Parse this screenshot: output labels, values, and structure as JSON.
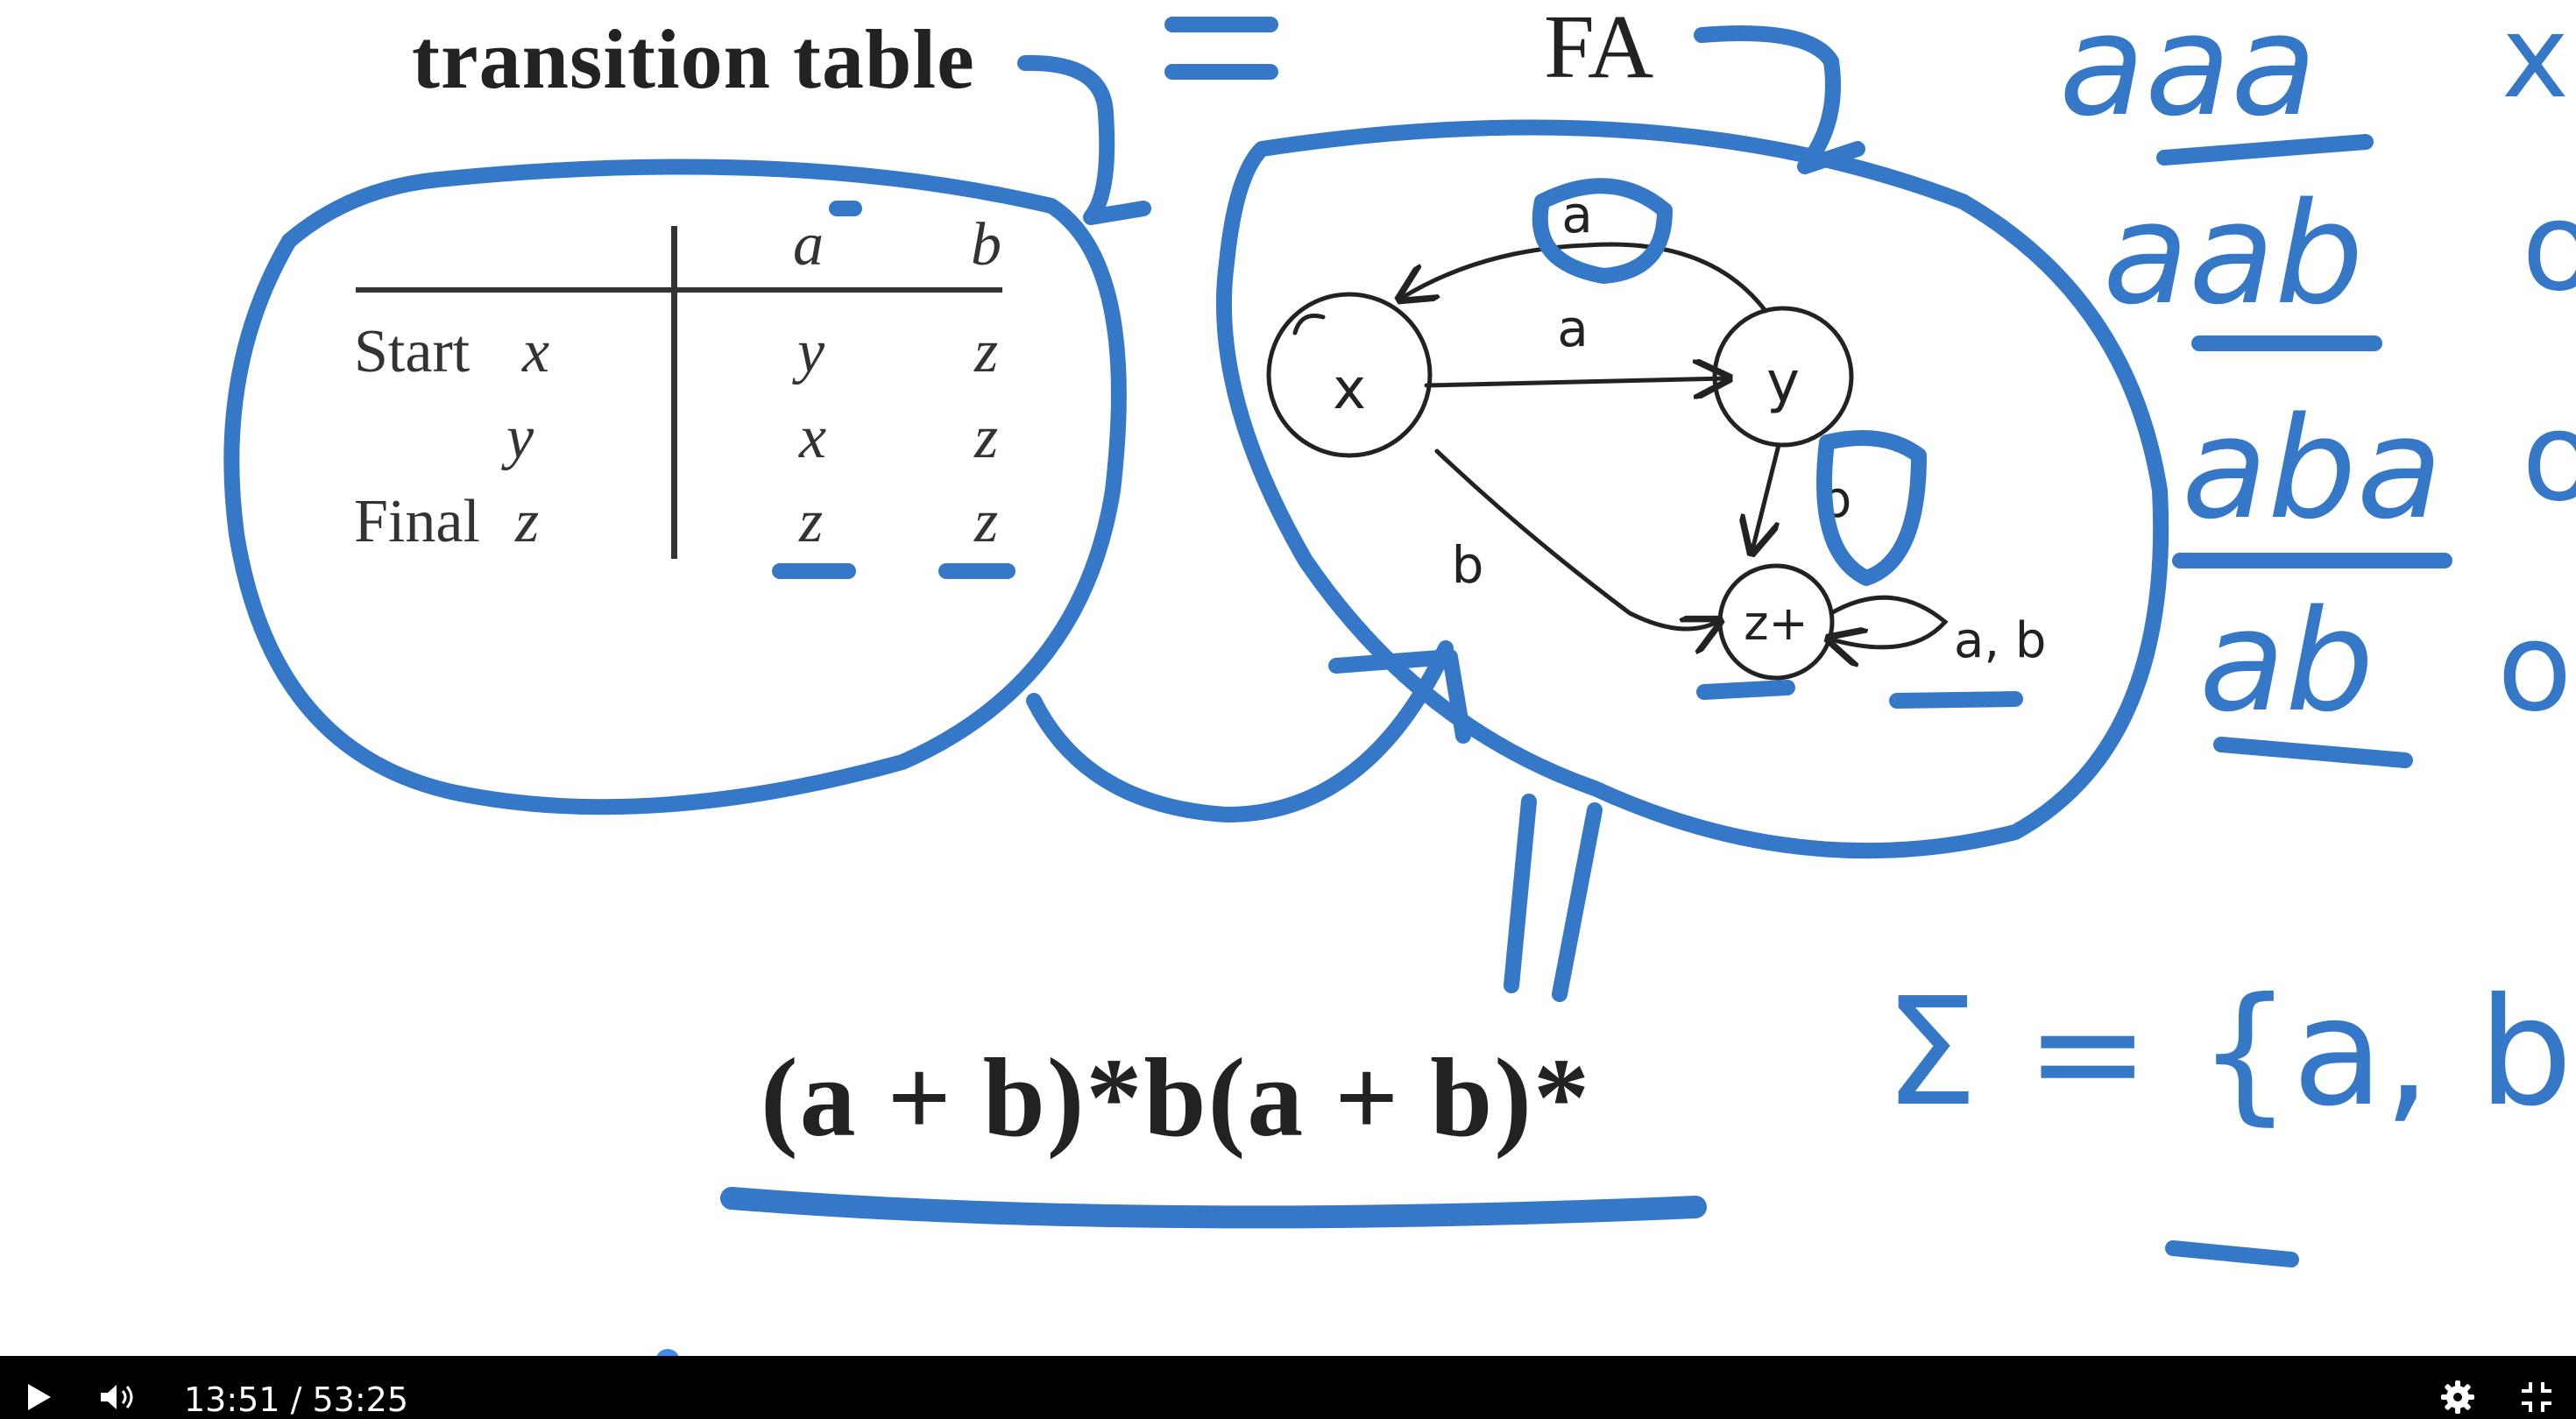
{
  "slide": {
    "transition_table_heading": "transition table",
    "fa_heading": "FA",
    "regex": "(a + b)*b(a + b)*",
    "table": {
      "columns": [
        "a",
        "b"
      ],
      "rows": [
        {
          "label": "Start",
          "state": "x",
          "a": "y",
          "b": "z"
        },
        {
          "label": "",
          "state": "y",
          "a": "x",
          "b": "z"
        },
        {
          "label": "Final",
          "state": "z",
          "a": "z",
          "b": "z"
        }
      ]
    },
    "fa": {
      "states": [
        "x",
        "y",
        "z+"
      ],
      "edge_labels": [
        "a",
        "a",
        "b",
        "b",
        "a, b"
      ]
    }
  },
  "handwriting": {
    "equals_sign": "=",
    "strings": [
      "aaa",
      "aab",
      "aba",
      "ab"
    ],
    "verdicts": [
      "x",
      "o",
      "o",
      "o"
    ],
    "alphabet": "Σ = {a, b}",
    "ink_color": "#3578c8"
  },
  "player": {
    "current_time": "13:51",
    "duration": "53:25",
    "progress": 0.2592,
    "accent_color": "#3d8ee8",
    "play_icon": "play-icon",
    "volume_icon": "volume-icon",
    "settings_icon": "gear-icon",
    "exit_fullscreen_icon": "exit-fullscreen-icon"
  }
}
